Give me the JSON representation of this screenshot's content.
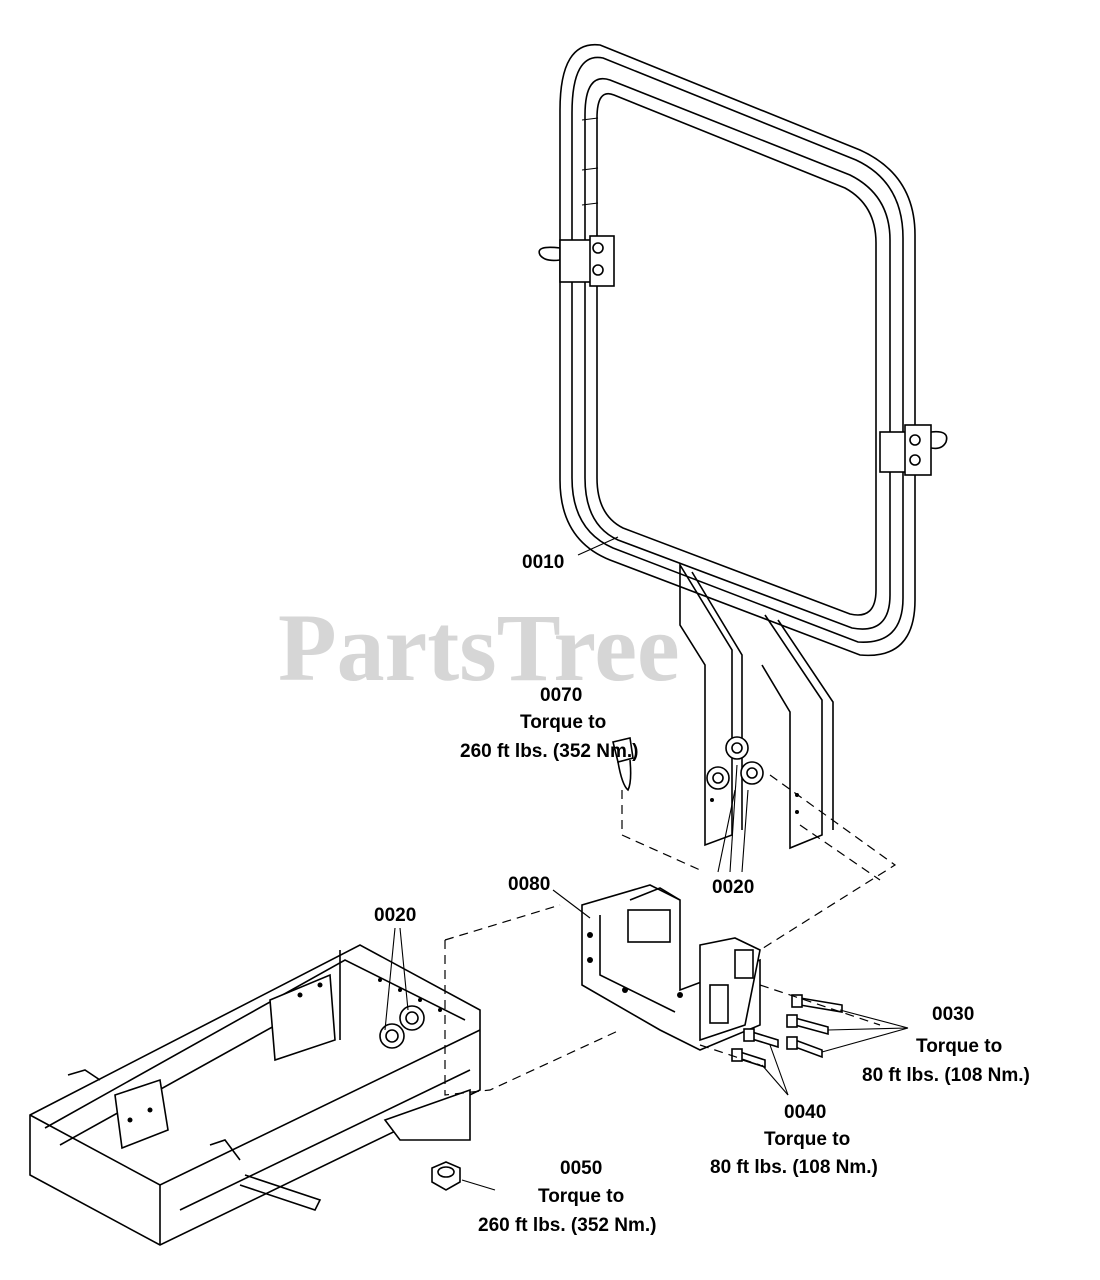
{
  "watermark": "PartsTree",
  "callouts": {
    "c0010": {
      "part": "0010"
    },
    "c0070": {
      "part": "0070",
      "note1": "Torque to",
      "note2": "260 ft lbs. (352 Nm.)"
    },
    "c0020_right": {
      "part": "0020"
    },
    "c0080": {
      "part": "0080"
    },
    "c0020_left": {
      "part": "0020"
    },
    "c0030": {
      "part": "0030",
      "note1": "Torque to",
      "note2": "80 ft lbs. (108 Nm.)"
    },
    "c0040": {
      "part": "0040",
      "note1": "Torque to",
      "note2": "80 ft lbs. (108 Nm.)"
    },
    "c0050": {
      "part": "0050",
      "note1": "Torque to",
      "note2": "260 ft lbs. (352 Nm.)"
    }
  }
}
